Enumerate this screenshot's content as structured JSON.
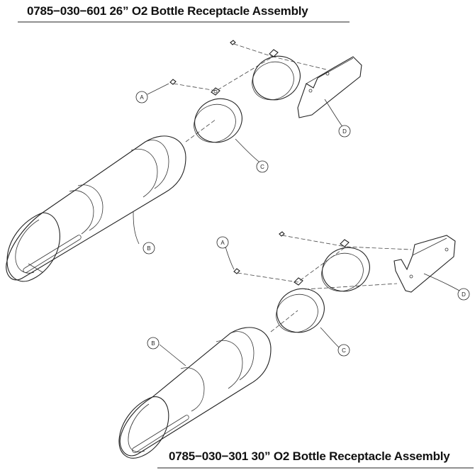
{
  "titles": {
    "top": "0785−030−601 26” O2 Bottle Receptacle Assembly",
    "bottom": "0785−030−301 30” O2 Bottle Receptacle Assembly"
  },
  "callouts": {
    "top": {
      "a": "A",
      "b": "B",
      "c": "C",
      "d": "D"
    },
    "bottom": {
      "a": "A",
      "b": "B",
      "c": "C",
      "d": "D"
    }
  },
  "colors": {
    "line": "#222222",
    "background": "#ffffff"
  }
}
